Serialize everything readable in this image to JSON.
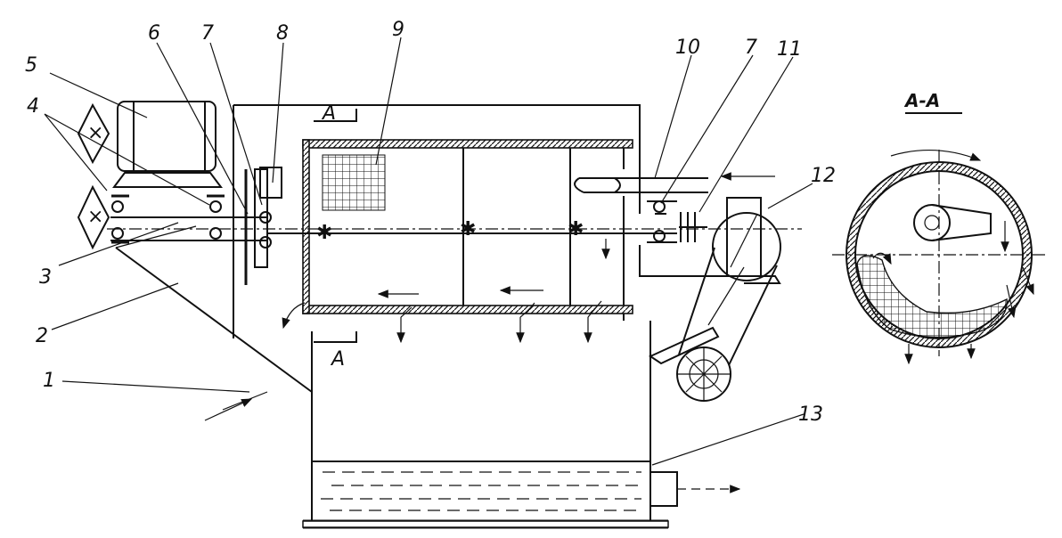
{
  "labels": {
    "l1": "1",
    "l2": "2",
    "l3": "3",
    "l4": "4",
    "l5": "5",
    "l6": "6",
    "l7a": "7",
    "l8": "8",
    "l9": "9",
    "l10": "10",
    "l7b": "7",
    "l11": "11",
    "l12": "12",
    "l13": "13"
  },
  "section": {
    "mark_top": "A",
    "mark_bottom": "A",
    "title": "A-A"
  }
}
